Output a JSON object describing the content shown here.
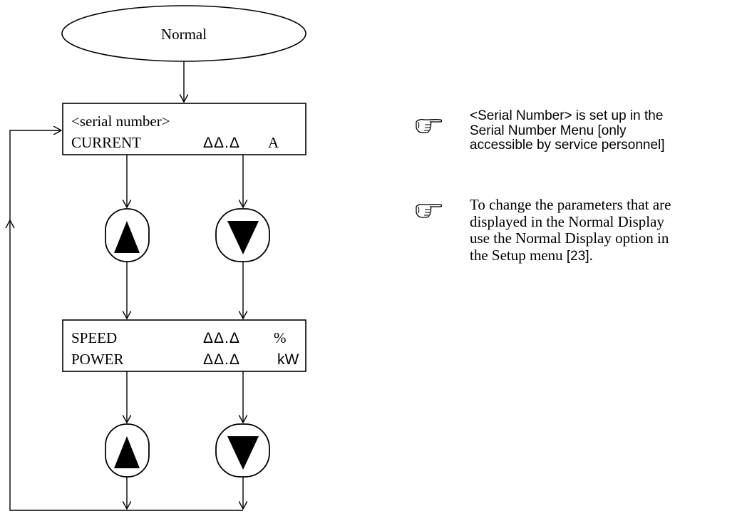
{
  "start_node": {
    "label": "Normal"
  },
  "display_1": {
    "line1_label": "<serial number>",
    "line2_label": "CURRENT",
    "line2_value": "ΔΔ.Δ",
    "line2_unit": "A"
  },
  "display_2": {
    "line1_label": "SPEED",
    "line1_value": "ΔΔ.Δ",
    "line1_unit": "%",
    "line2_label": "POWER",
    "line2_value": "ΔΔ.Δ",
    "line2_unit": "kW"
  },
  "keys": {
    "up_icon": "up-triangle-key",
    "down_icon": "down-triangle-key"
  },
  "notes": [
    {
      "icon": "pointing-hand-icon",
      "lines": [
        "<Serial Number> is set up in the",
        "Serial Number Menu [only",
        "accessible by service personnel]"
      ]
    },
    {
      "icon": "pointing-hand-icon",
      "lines": [
        "To change the parameters that are",
        "displayed in the Normal Display",
        "use the Normal Display option in",
        "the Setup menu [23]."
      ]
    }
  ]
}
